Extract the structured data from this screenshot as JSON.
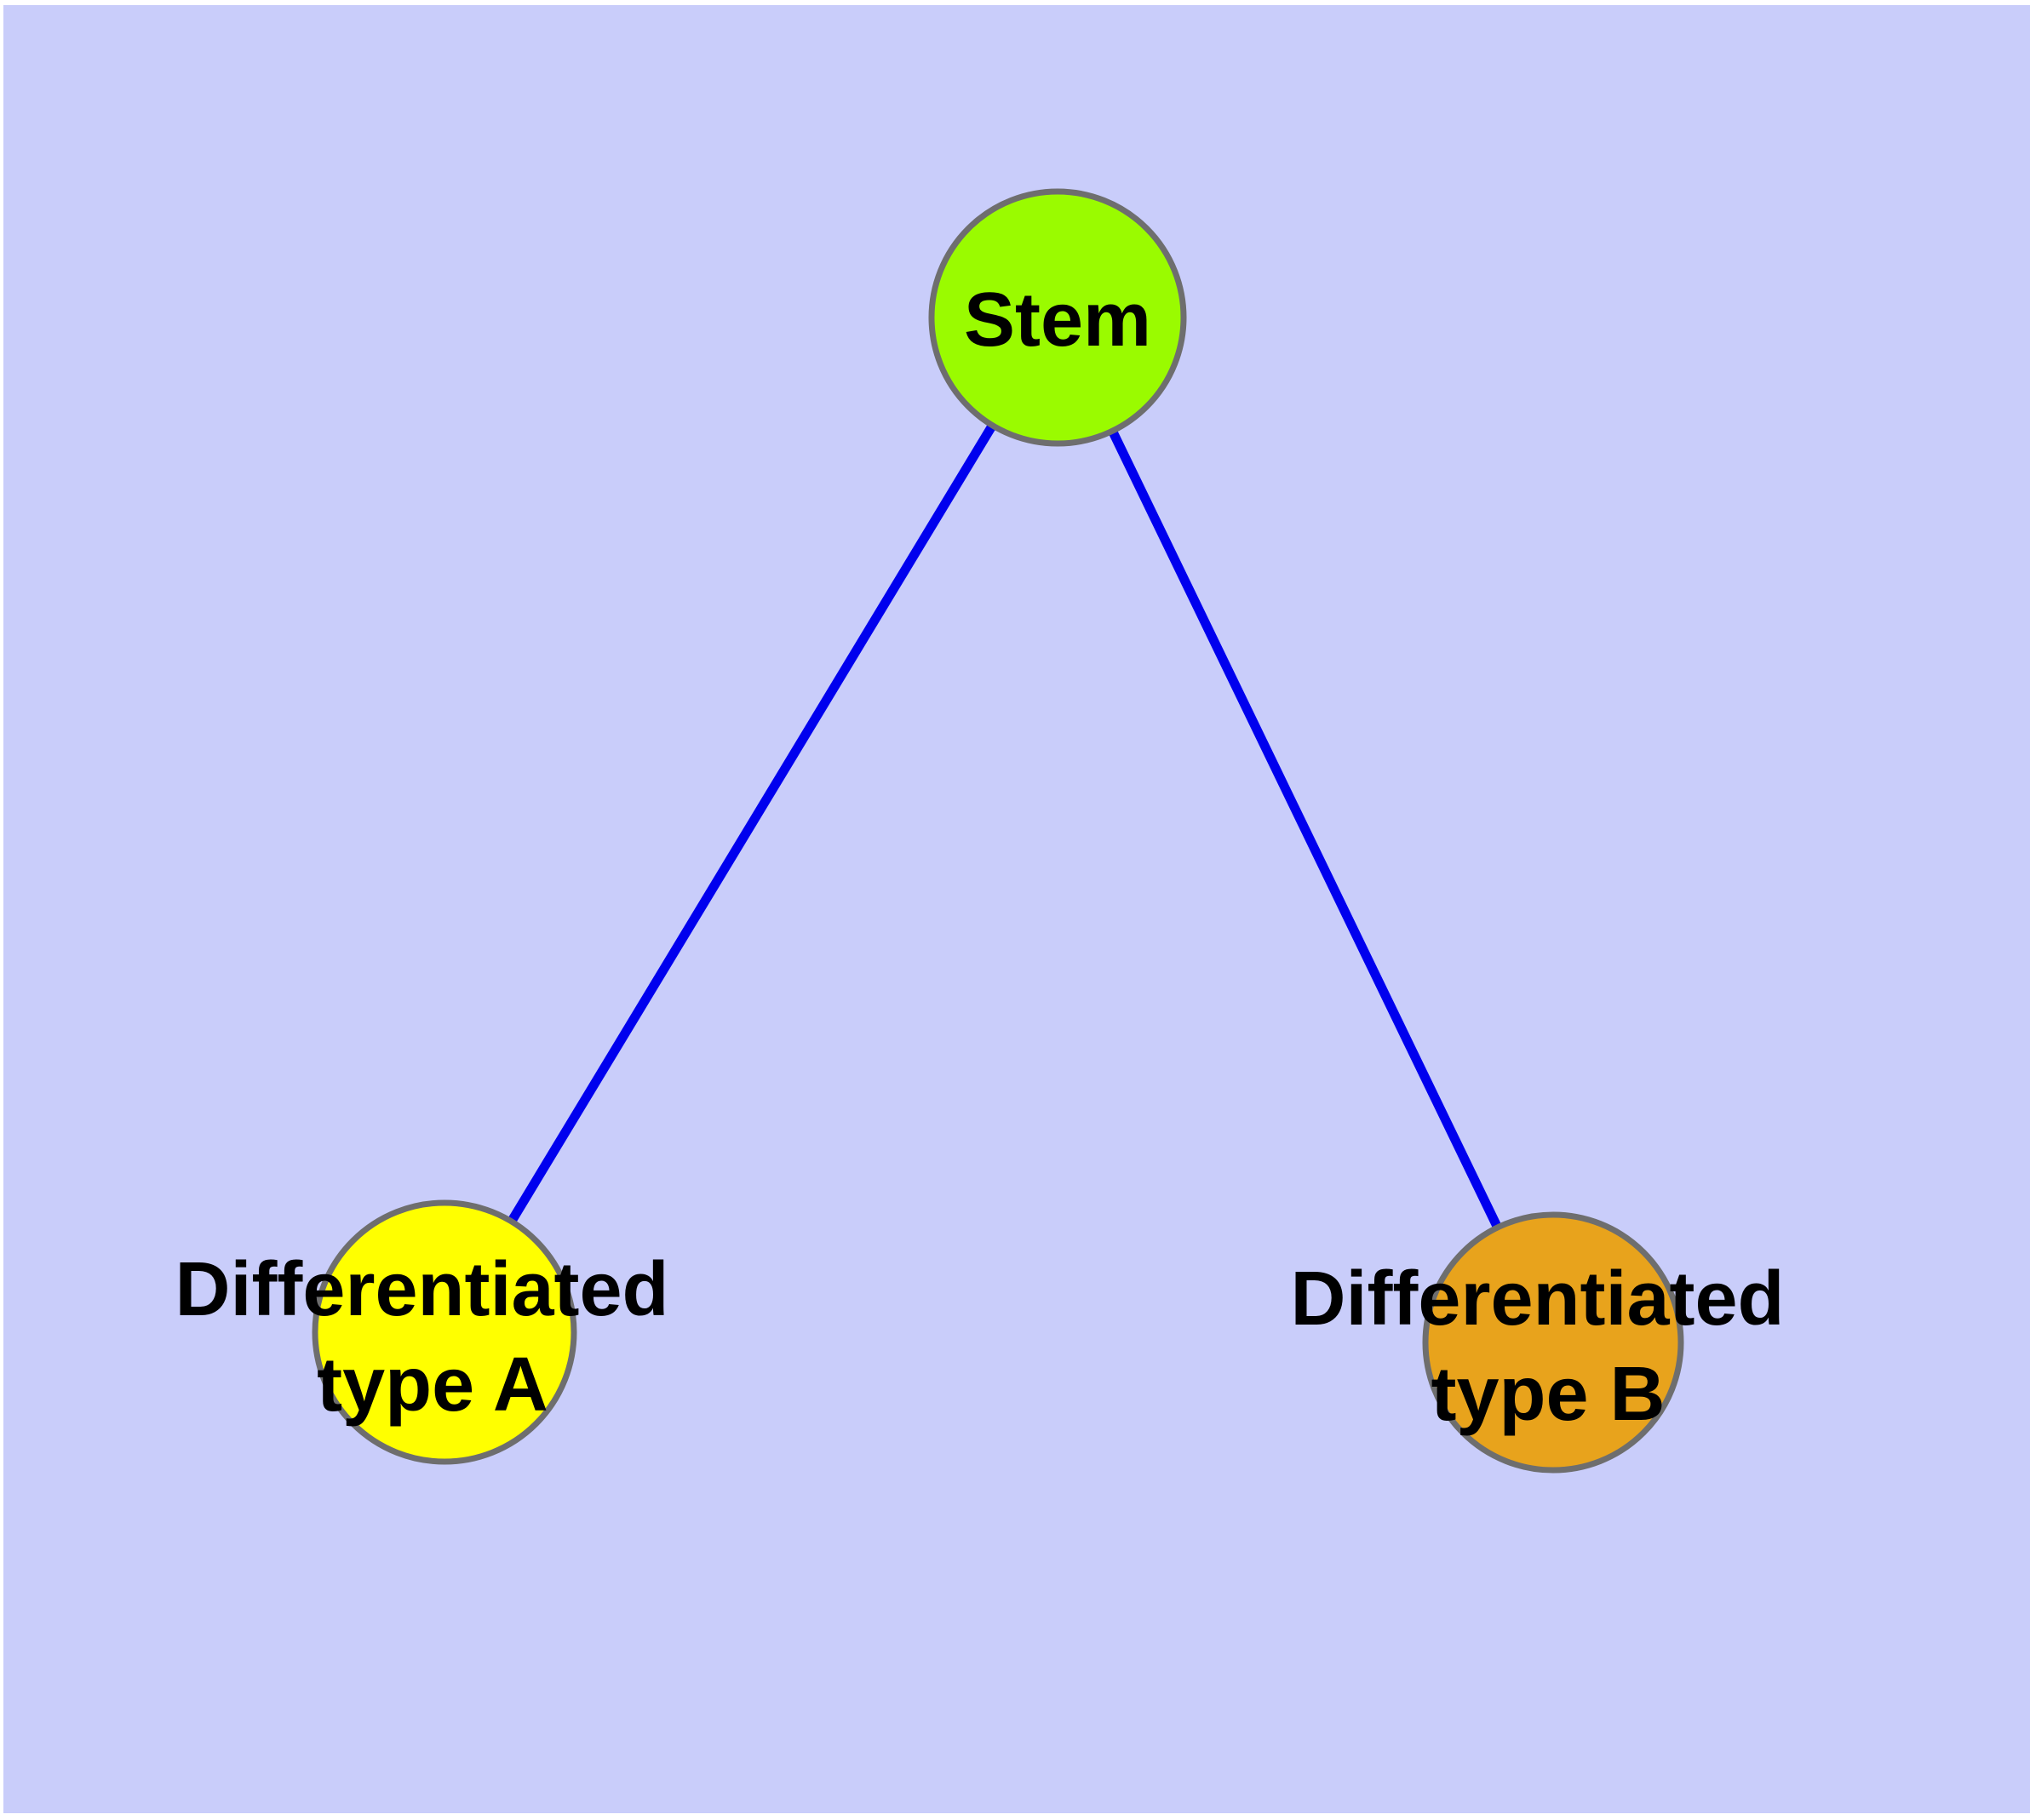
{
  "diagram": {
    "type": "node-link-graph",
    "colors": {
      "page_background": "#FFFFFF",
      "canvas_background": "#C9CDFA",
      "edge": "#0000EE",
      "node_border": "#6E6E6E",
      "label_text": "#000000"
    },
    "nodes": {
      "stem": {
        "label": "Stem",
        "fill": "#9AFB00"
      },
      "type_a": {
        "label_line1": "Differentiated",
        "label_line2": "type A",
        "label_full": "Differentiated type A",
        "fill": "#FFFF00"
      },
      "type_b": {
        "label_line1": "Differentiated",
        "label_line2": "type B",
        "label_full": "Differentiated type B",
        "fill": "#E8A31C"
      }
    },
    "edges": [
      {
        "from": "Stem",
        "to": "Differentiated type A"
      },
      {
        "from": "Stem",
        "to": "Differentiated type B"
      }
    ]
  }
}
